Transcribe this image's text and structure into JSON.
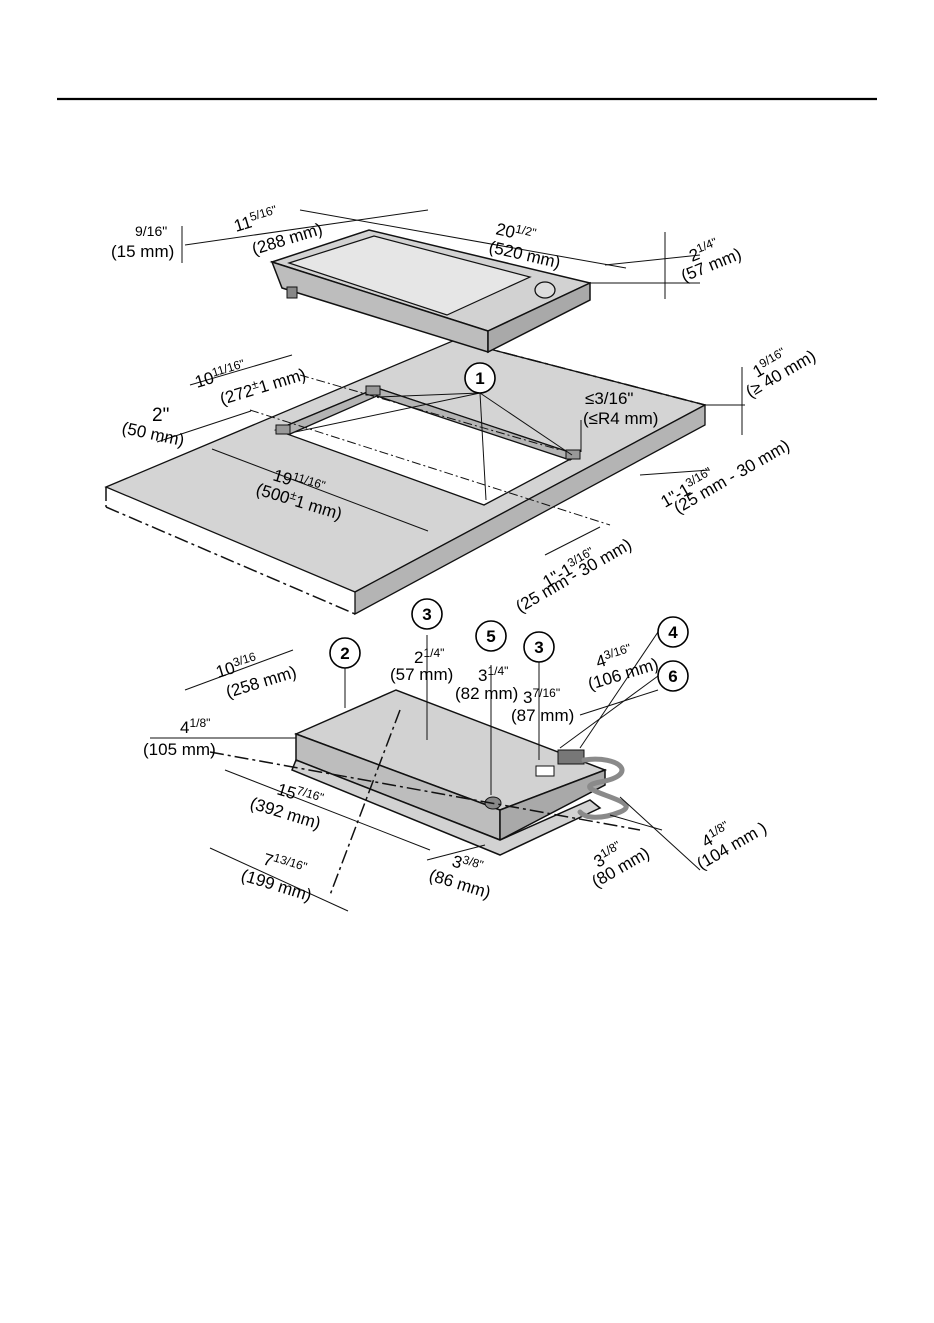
{
  "dimensions": {
    "dev_depth_in": "11",
    "dev_depth_in_frac": "5/16\"",
    "dev_depth_mm": "(288 mm)",
    "dev_width_in": "20",
    "dev_width_in_frac": "1/2\"",
    "dev_width_mm": "(520 mm)",
    "dev_height_in": "2",
    "dev_height_in_frac": "1/4\"",
    "dev_height_mm": "(57 mm)",
    "top_lip_in": "9/16\"",
    "top_lip_mm": "(15 mm)",
    "cutout_depth_in": "10",
    "cutout_depth_frac": "11/16\"",
    "cutout_depth_mm_a": "(272",
    "cutout_depth_tol": "±",
    "cutout_depth_mm_b": "1 mm)",
    "front_dist_in": "2\"",
    "front_dist_mm": "(50 mm)",
    "cutout_width_in": "19",
    "cutout_width_frac": "11/16\"",
    "cutout_width_mm_a": "(500",
    "cutout_width_tol": "±",
    "cutout_width_mm_b": "1 mm)",
    "radius_in": "≤3/16\"",
    "radius_mm": "(≤R4 mm)",
    "ctr_thick_in": "1",
    "ctr_thick_frac": "9/16\"",
    "ctr_thick_mm": "(≥ 40 mm)",
    "gap_right_in": "1\"-1",
    "gap_right_frac": "3/16\"",
    "gap_right_mm": "(25 mm - 30 mm)",
    "gap_front_in": "1\"-1",
    "gap_front_frac": "3/16\"",
    "gap_front_mm": "(25 mm - 30 mm)",
    "b_depth_in": "10",
    "b_depth_frac": "3/16",
    "b_depth_mm": "(258 mm)",
    "b_h1_in": "2",
    "b_h1_frac": "1/4\"",
    "b_h1_mm": "(57 mm)",
    "b_h2_in": "3",
    "b_h2_frac": "1/4\"",
    "b_h2_mm": "(82 mm)",
    "b_h3_in": "3",
    "b_h3_frac": "7/16\"",
    "b_h3_mm": "(87 mm)",
    "b_conn_in": "4",
    "b_conn_frac": "3/16\"",
    "b_conn_mm": "(106 mm)",
    "b_side_in": "4",
    "b_side_frac": "1/8\"",
    "b_side_mm": "(105 mm)",
    "b_len_in": "15",
    "b_len_frac": "7/16\"",
    "b_len_mm": "(392 mm)",
    "b_off_in": "7",
    "b_off_frac": "13/16\"",
    "b_off_mm": "(199 mm)",
    "b_foot_in": "3",
    "b_foot_frac": "3/8\"",
    "b_foot_mm": "(86 mm)",
    "b_r1_in": "3",
    "b_r1_frac": "1/8\"",
    "b_r1_mm": "(80 mm)",
    "b_r2_in": "4",
    "b_r2_frac": "1/8\"",
    "b_r2_mm": "(104 mm )"
  },
  "callouts": {
    "c1": "1",
    "c2": "2",
    "c3a": "3",
    "c3b": "3",
    "c4": "4",
    "c5": "5",
    "c6": "6"
  }
}
